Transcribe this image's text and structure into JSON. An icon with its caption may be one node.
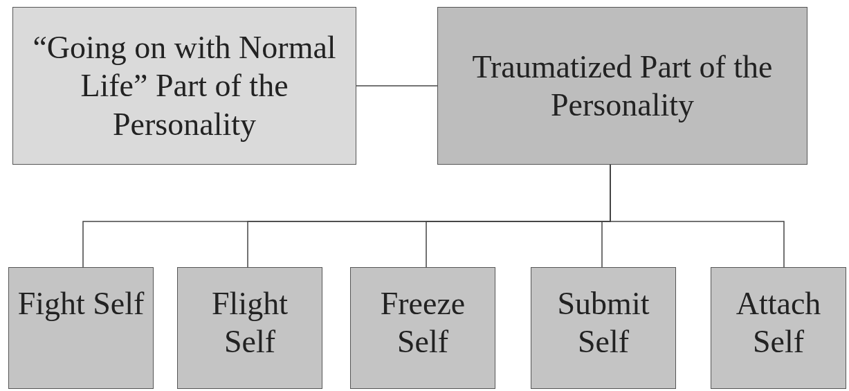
{
  "diagram": {
    "nodes": [
      {
        "text": [
          "“Going on with Normal Life” Part of the Personality"
        ]
      },
      {
        "text": [
          "Traumatized Part of the Personality"
        ]
      },
      {
        "text": [
          "Fight Self"
        ]
      },
      {
        "text": [
          "Flight Self"
        ]
      },
      {
        "text": [
          "Freeze Self"
        ]
      },
      {
        "text": [
          "Submit Self"
        ]
      },
      {
        "text": [
          "Attach Self"
        ]
      }
    ],
    "edges": [
      {
        "from": 0,
        "to": 1,
        "arrow": "none"
      },
      {
        "from": 1,
        "to": 2,
        "arrow": "none"
      },
      {
        "from": 1,
        "to": 3,
        "arrow": "none"
      },
      {
        "from": 1,
        "to": 4,
        "arrow": "none"
      },
      {
        "from": 1,
        "to": 5,
        "arrow": "none"
      },
      {
        "from": 1,
        "to": 6,
        "arrow": "none"
      }
    ]
  }
}
